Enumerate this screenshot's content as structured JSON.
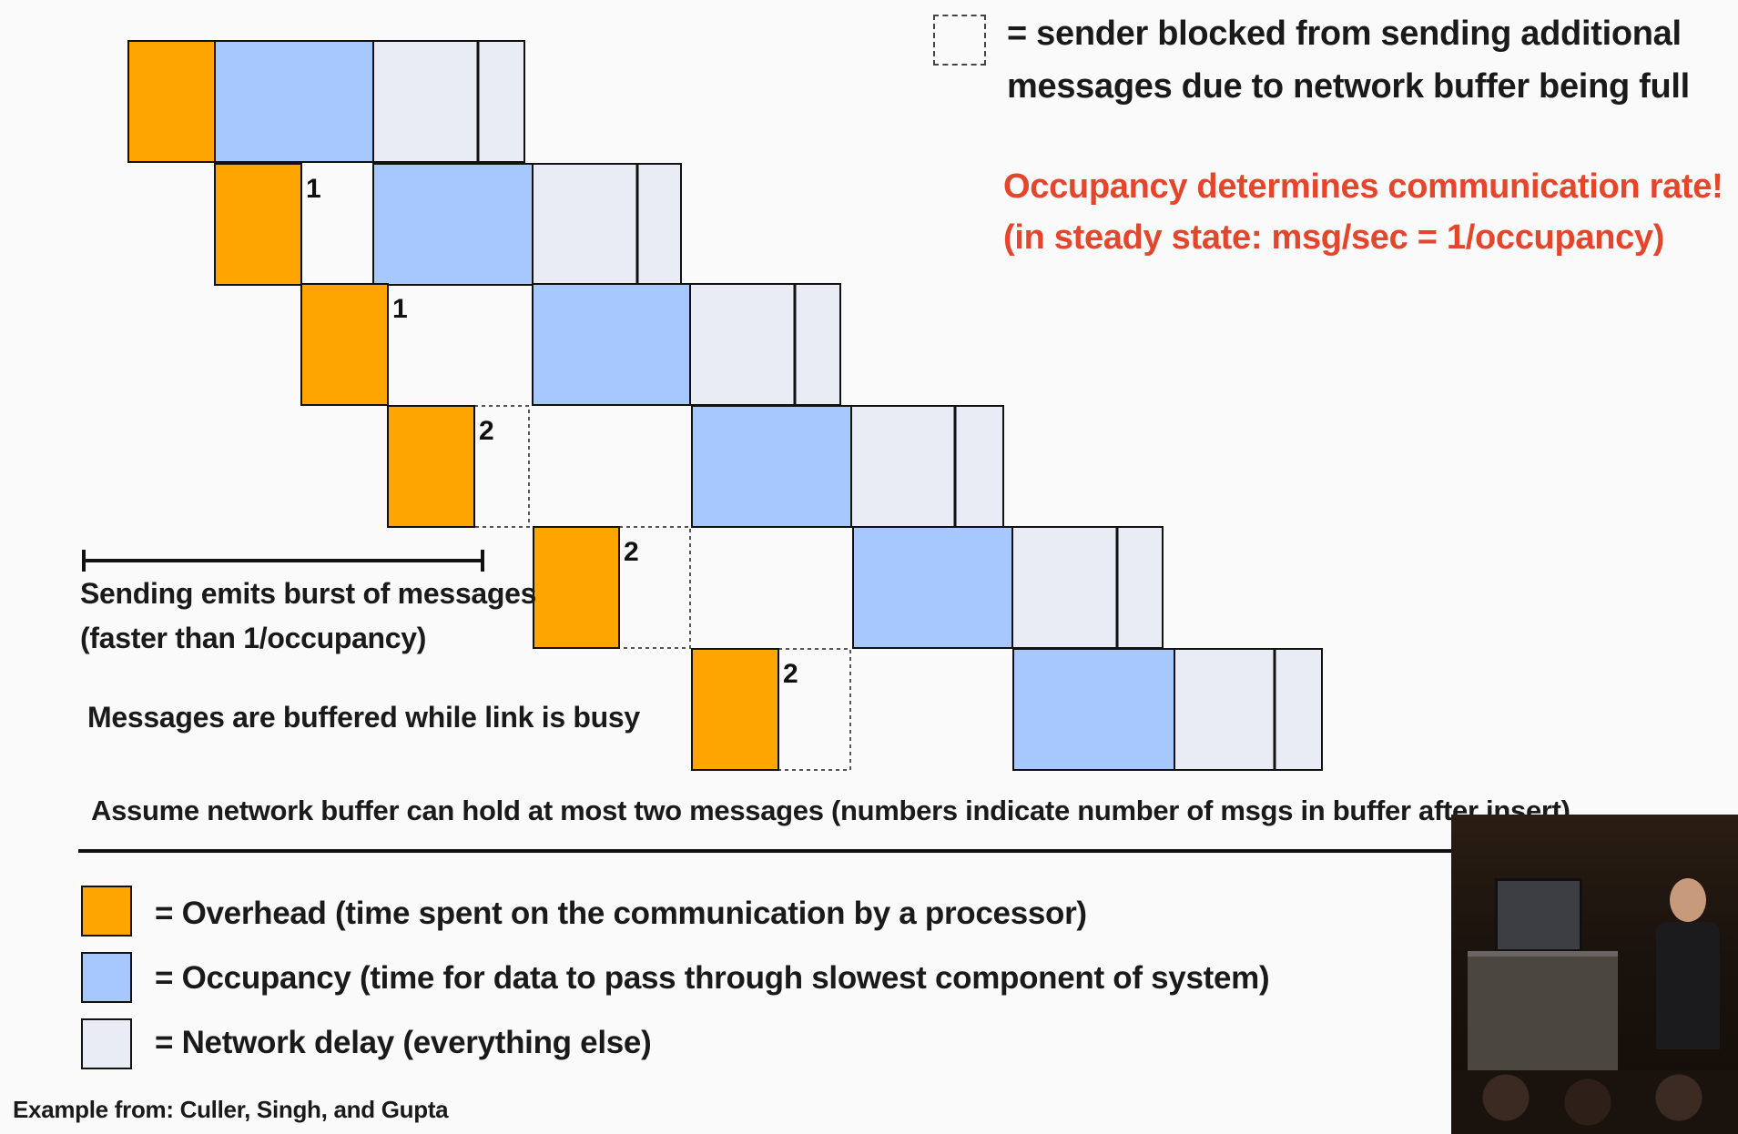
{
  "legend_top": {
    "line1": "= sender blocked from sending additional",
    "line2": "messages due to network buffer being full"
  },
  "headline": {
    "line1": "Occupancy determines communication rate!",
    "line2": "(in steady state: msg/sec = 1/occupancy)"
  },
  "annotations": {
    "burst_line1": "Sending emits burst of messages",
    "burst_line2": "(faster than 1/occupancy)",
    "buffered": "Messages are buffered while link is busy",
    "assumption": "Assume network buffer can hold at most two messages (numbers indicate number of msgs in buffer after insert)"
  },
  "legend": {
    "overhead": "= Overhead  (time spent on the communication by a processor)",
    "occupancy": "= Occupancy (time for data to pass through slowest component of system)",
    "network_delay": "= Network delay (everything else)"
  },
  "credit": "Example from: Culler, Singh, and Gupta",
  "colors": {
    "overhead": "#ffa500",
    "occupancy": "#a6c8ff",
    "network_delay": "#e9ecf4",
    "highlight": "#e4462b"
  },
  "timeline": {
    "messages": [
      {
        "buffer_count": "",
        "blocked": false
      },
      {
        "buffer_count": "1",
        "blocked": false
      },
      {
        "buffer_count": "1",
        "blocked": false
      },
      {
        "buffer_count": "2",
        "blocked": true
      },
      {
        "buffer_count": "2",
        "blocked": true
      },
      {
        "buffer_count": "2",
        "blocked": true
      }
    ]
  },
  "webcam": {
    "description_icon": "lecture-video-inset"
  }
}
